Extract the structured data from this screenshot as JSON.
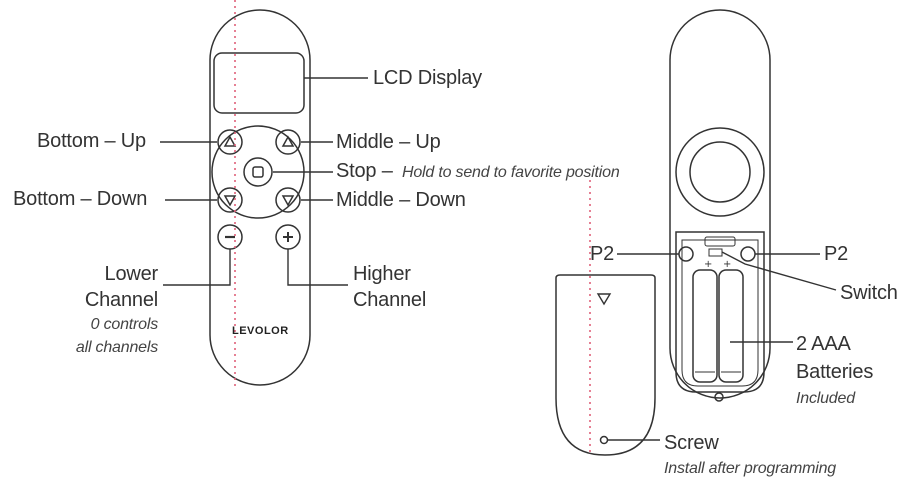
{
  "front": {
    "brand": "LEVOLOR",
    "labels": {
      "lcd": "LCD Display",
      "bottom_up": "Bottom – Up",
      "bottom_down": "Bottom – Down",
      "middle_up": "Middle – Up",
      "middle_down": "Middle – Down",
      "stop": "Stop –",
      "stop_note": "Hold to send to favorite position",
      "lower_channel_1": "Lower",
      "lower_channel_2": "Channel",
      "lower_note_1": "0 controls",
      "lower_note_2": "all channels",
      "higher_channel_1": "Higher",
      "higher_channel_2": "Channel"
    }
  },
  "back": {
    "labels": {
      "p2_left": "P2",
      "p2_right": "P2",
      "switch": "Switch",
      "batteries_1": "2 AAA",
      "batteries_2": "Batteries",
      "batteries_note": "Included",
      "screw": "Screw",
      "screw_note": "Install after programming"
    }
  },
  "colors": {
    "line": "#333333",
    "guide_dots": "#e0607a"
  }
}
